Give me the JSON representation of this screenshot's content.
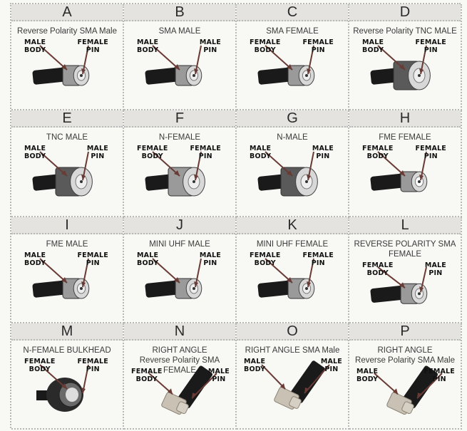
{
  "colors": {
    "background": "#f8f8f4",
    "header_bg": "#e5e3e0",
    "grid_line": "#b8b8b8",
    "arrow": "#6a3a34",
    "cable": "#1a1a1a",
    "metal": "#b8b8b8"
  },
  "connectors": [
    {
      "letter": "A",
      "title": "Reverse Polarity SMA Male",
      "body_label": "MALE\nBODY",
      "pin_label": "FEMALE\nPIN",
      "style": "sma"
    },
    {
      "letter": "B",
      "title": "SMA MALE",
      "body_label": "MALE\nBODY",
      "pin_label": "MALE\nPIN",
      "style": "sma"
    },
    {
      "letter": "C",
      "title": "SMA FEMALE",
      "body_label": "FEMALE\nBODY",
      "pin_label": "FEMALE\nPIN",
      "style": "smaf"
    },
    {
      "letter": "D",
      "title": "Reverse Polarity TNC MALE",
      "body_label": "MALE\nBODY",
      "pin_label": "FEMALE\nPIN",
      "style": "tnc"
    },
    {
      "letter": "E",
      "title": "TNC MALE",
      "body_label": "MALE\nBODY",
      "pin_label": "MALE\nPIN",
      "style": "tnc"
    },
    {
      "letter": "F",
      "title": "N-FEMALE",
      "body_label": "FEMALE\nBODY",
      "pin_label": "FEMALE\nPIN",
      "style": "nf"
    },
    {
      "letter": "G",
      "title": "N-MALE",
      "body_label": "MALE\nBODY",
      "pin_label": "MALE\nPIN",
      "style": "nm"
    },
    {
      "letter": "H",
      "title": "FME FEMALE",
      "body_label": "FEMALE\nBODY",
      "pin_label": "FEMALE\nPIN",
      "style": "fmef"
    },
    {
      "letter": "I",
      "title": "FME MALE",
      "body_label": "MALE\nBODY",
      "pin_label": "FEMALE\nPIN",
      "style": "fmem"
    },
    {
      "letter": "J",
      "title": "MINI UHF MALE",
      "body_label": "MALE\nBODY",
      "pin_label": "MALE\nPIN",
      "style": "uhf"
    },
    {
      "letter": "K",
      "title": "MINI UHF FEMALE",
      "body_label": "FEMALE\nBODY",
      "pin_label": "FEMALE\nPIN",
      "style": "uhff"
    },
    {
      "letter": "L",
      "title": "REVERSE POLARITY SMA\nFEMALE",
      "body_label": "FEMALE\nBODY",
      "pin_label": "MALE\nPIN",
      "style": "smaf"
    },
    {
      "letter": "M",
      "title": "N-FEMALE BULKHEAD",
      "body_label": "FEMALE\nBODY",
      "pin_label": "FEMALE\nPIN",
      "style": "bulk"
    },
    {
      "letter": "N",
      "title": "RIGHT ANGLE\nReverse Polarity SMA FEMALE",
      "body_label": "FEMALE\nBODY",
      "pin_label": "MALE\nPIN",
      "style": "ra"
    },
    {
      "letter": "O",
      "title": "RIGHT ANGLE SMA Male",
      "body_label": "MALE\nBODY",
      "pin_label": "MALE\nPIN",
      "style": "ra"
    },
    {
      "letter": "P",
      "title": "RIGHT ANGLE\nReverse Polarity SMA Male",
      "body_label": "MALE\nBODY",
      "pin_label": "FEMALE\nPIN",
      "style": "ra"
    }
  ]
}
